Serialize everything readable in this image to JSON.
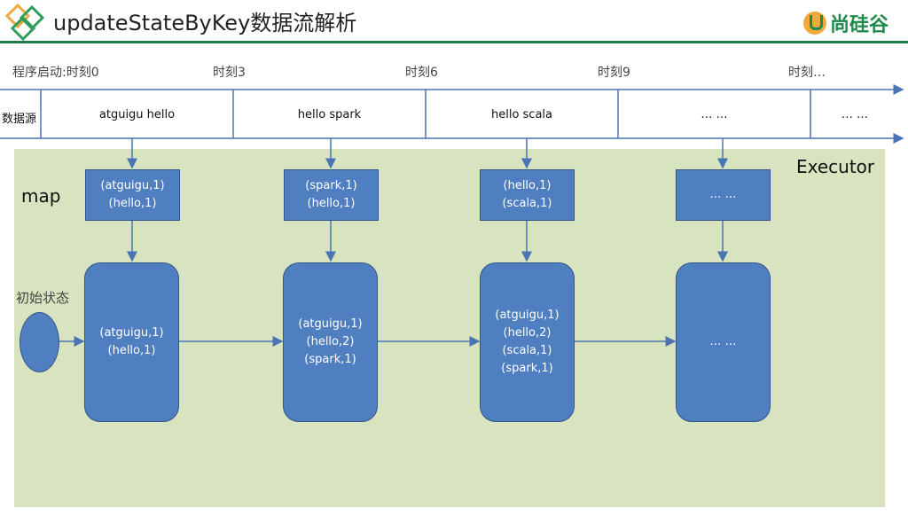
{
  "header": {
    "title": "updateStateByKey数据流解析",
    "brand": "尚硅谷",
    "brand_logo": "yellow-circle-green-u-icon",
    "header_rule_color": "#1f7a4a"
  },
  "timeline": {
    "labels": [
      "程序启动:时刻0",
      "时刻3",
      "时刻6",
      "时刻9",
      "时刻…"
    ],
    "source_label": "数据源",
    "cells": [
      "atguigu hello",
      "hello spark",
      "hello scala",
      "… …",
      "… …"
    ]
  },
  "executor": {
    "label": "Executor",
    "background_color": "#d8e4bf",
    "map_label": "map",
    "initial_state_label": "初始状态",
    "box_color": "#4f7fc0",
    "map_boxes": [
      {
        "lines": [
          "(atguigu,1)",
          "(hello,1)"
        ]
      },
      {
        "lines": [
          "(spark,1)",
          "(hello,1)"
        ]
      },
      {
        "lines": [
          "(hello,1)",
          "(scala,1)"
        ]
      },
      {
        "lines": [
          "… …"
        ]
      }
    ],
    "state_boxes": [
      {
        "lines": [
          "(atguigu,1)",
          "(hello,1)"
        ]
      },
      {
        "lines": [
          "(atguigu,1)",
          "(hello,2)",
          "(spark,1)"
        ]
      },
      {
        "lines": [
          "(atguigu,1)",
          "(hello,2)",
          "(scala,1)",
          "(spark,1)"
        ]
      },
      {
        "lines": [
          "… …"
        ]
      }
    ]
  }
}
